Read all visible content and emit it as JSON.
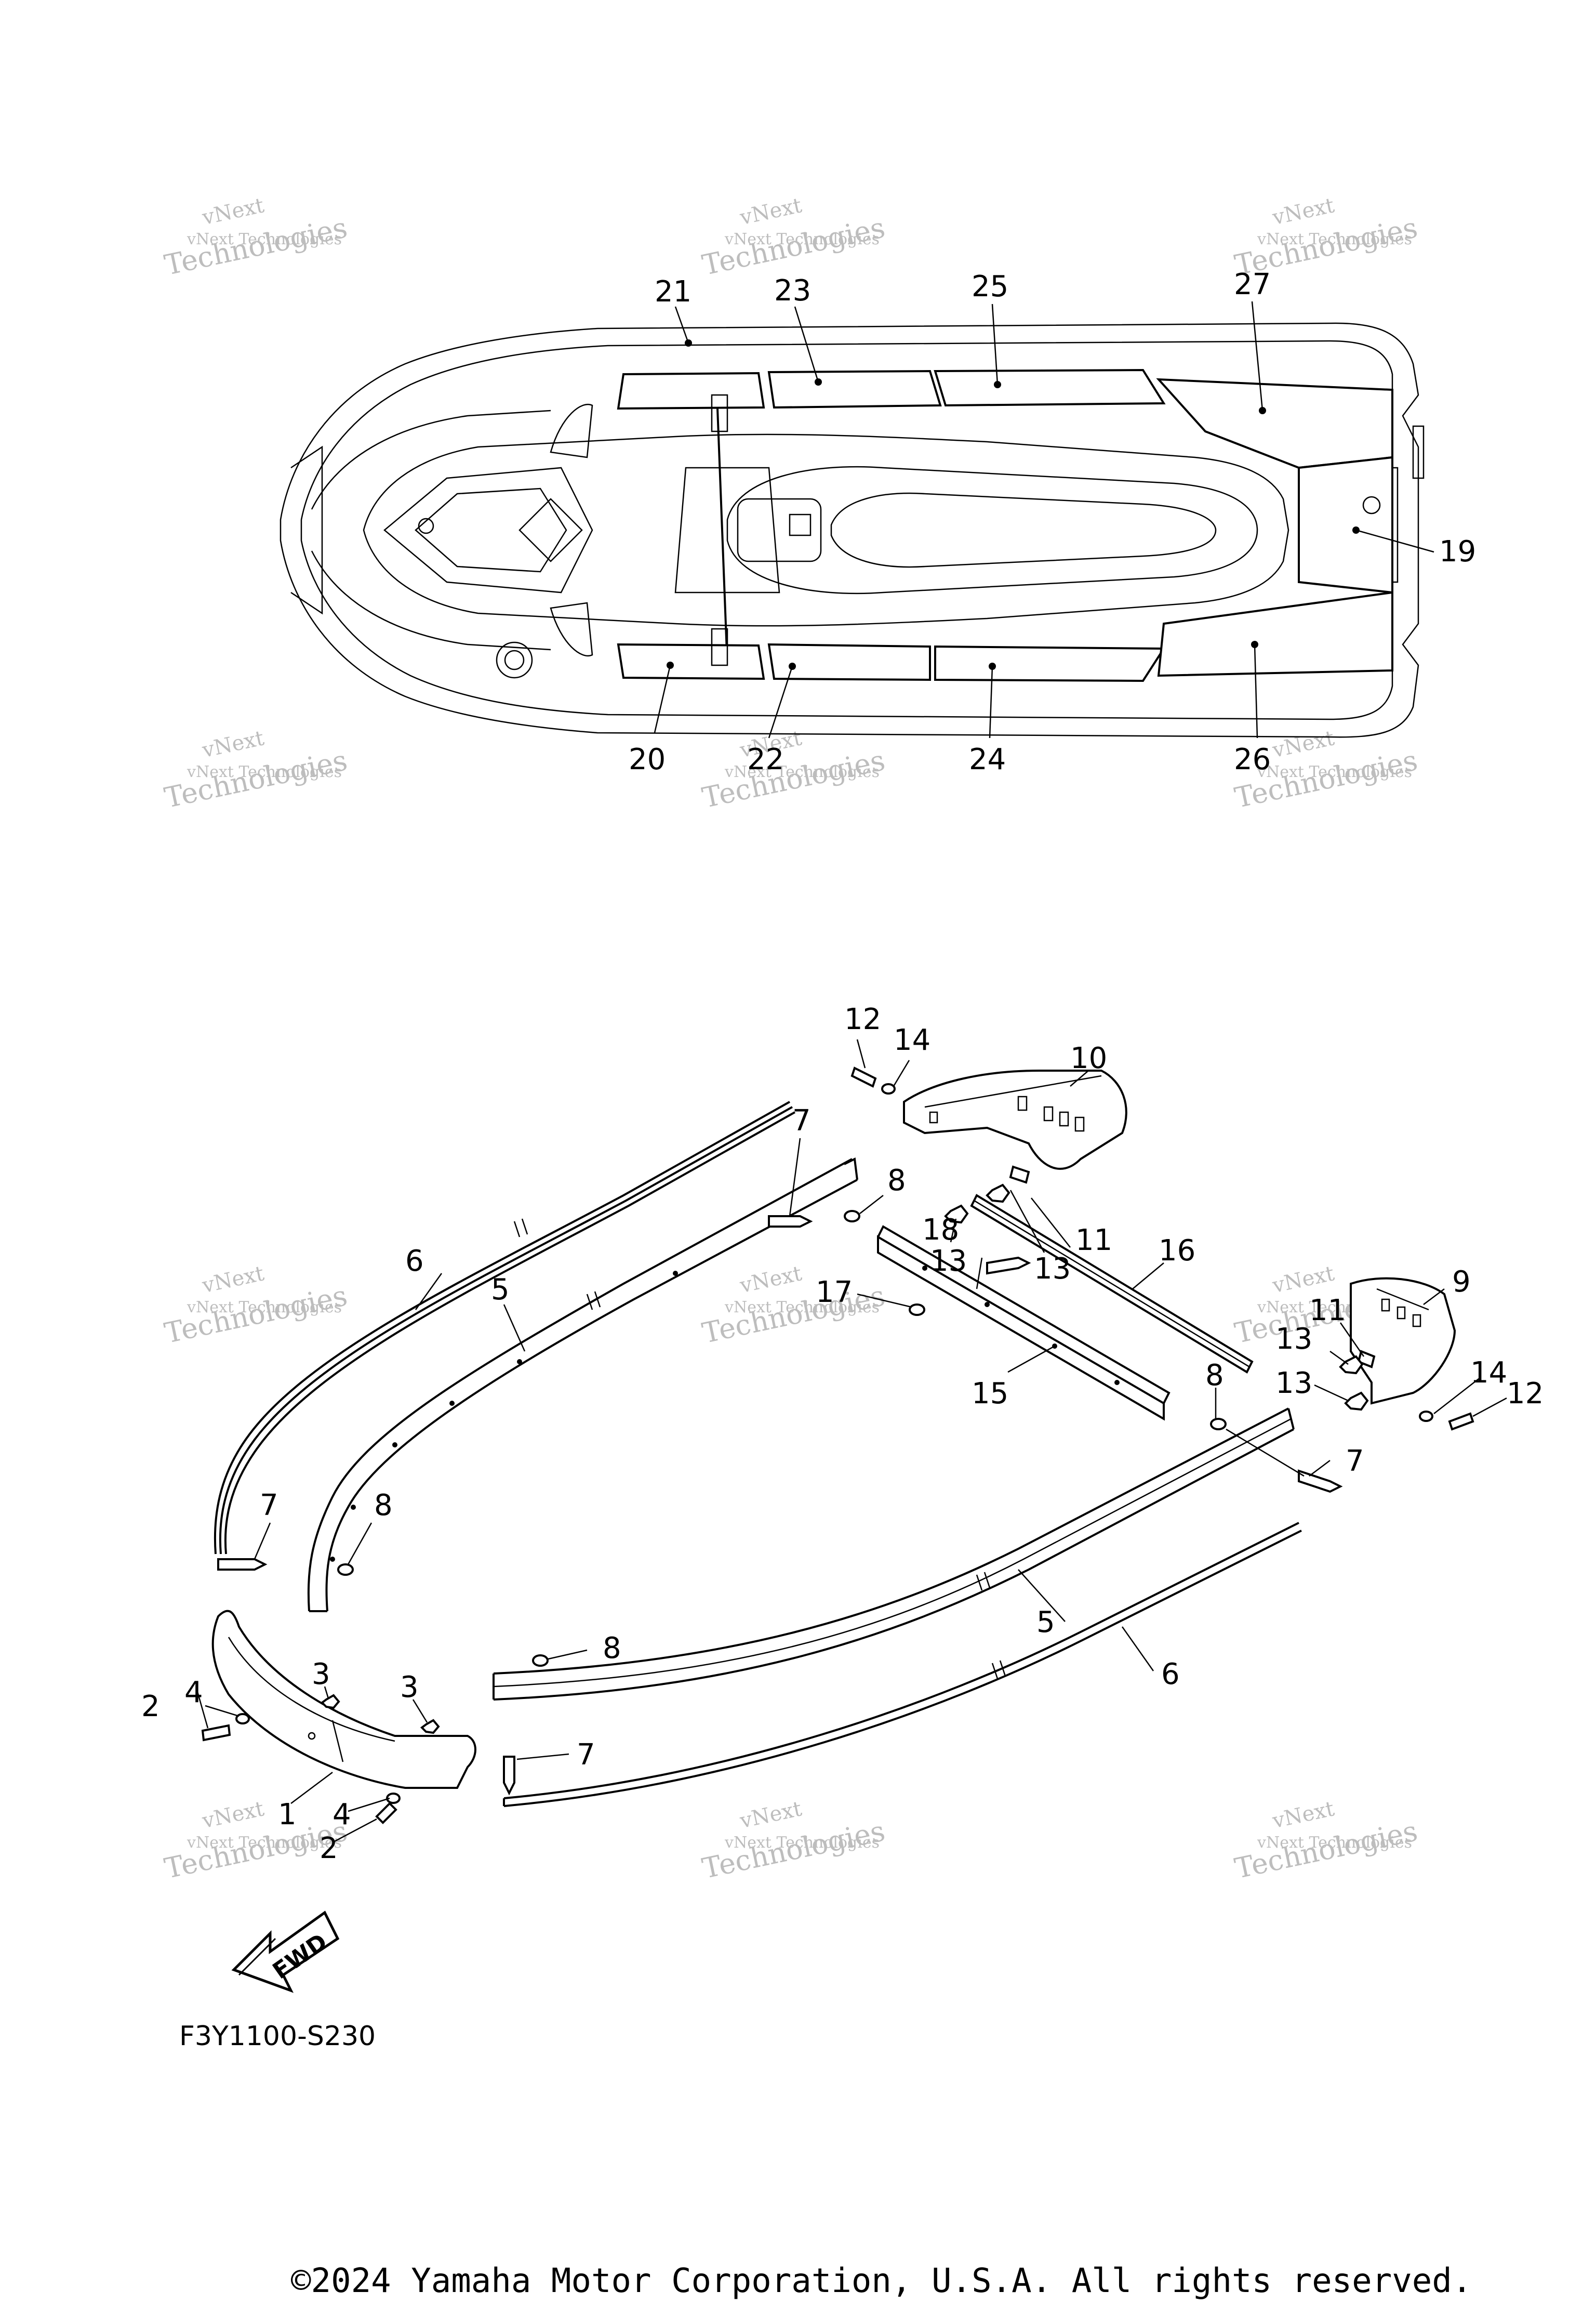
{
  "watermark": {
    "line1": "vNext",
    "line2": "vNext Technologies",
    "line3": "Technologies"
  },
  "callouts": {
    "c1": "1",
    "c2a": "2",
    "c2b": "2",
    "c3a": "3",
    "c3b": "3",
    "c4a": "4",
    "c4b": "4",
    "c5a": "5",
    "c5b": "5",
    "c6a": "6",
    "c6b": "6",
    "c7a": "7",
    "c7b": "7",
    "c7c": "7",
    "c7d": "7",
    "c8a": "8",
    "c8b": "8",
    "c8c": "8",
    "c8d": "8",
    "c9": "9",
    "c10": "10",
    "c11a": "11",
    "c11b": "11",
    "c12a": "12",
    "c12b": "12",
    "c13a": "13",
    "c13b": "13",
    "c13c": "13",
    "c13d": "13",
    "c14a": "14",
    "c14b": "14",
    "c15": "15",
    "c16": "16",
    "c17": "17",
    "c18": "18",
    "c19": "19",
    "c20": "20",
    "c21": "21",
    "c22": "22",
    "c23": "23",
    "c24": "24",
    "c25": "25",
    "c26": "26",
    "c27": "27"
  },
  "fwd_label": "FWD",
  "figure_code": "F3Y1100-S230",
  "copyright": "©2024 Yamaha Motor Corporation, U.S.A. All rights reserved."
}
